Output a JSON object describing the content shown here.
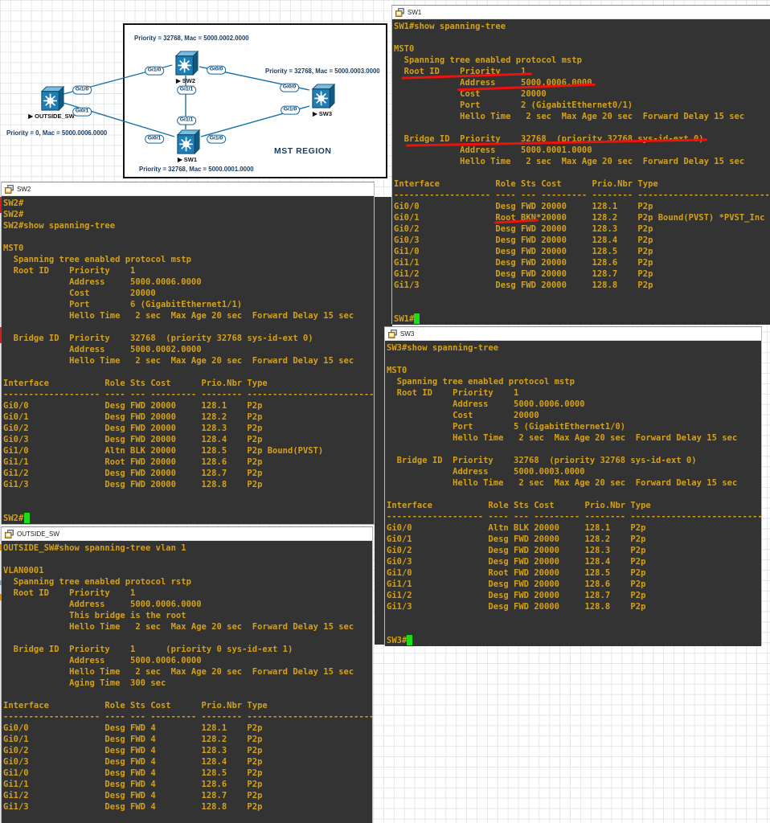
{
  "canvas": {
    "mst_region_label": "MST REGION",
    "nodes": {
      "outside": {
        "label": "▶ OUTSIDE_SW",
        "note": "Priority = 0, Mac = 5000.0006.0000"
      },
      "sw2": {
        "label": "▶ SW2",
        "note": "Priority = 32768, Mac = 5000.0002.0000"
      },
      "sw1": {
        "label": "▶ SW1",
        "note": "Priority = 32768, Mac = 5000.0001.0000"
      },
      "sw3": {
        "label": "▶ SW3",
        "note": "Priority = 32768, Mac = 5000.0003.0000"
      }
    },
    "ports": {
      "out_gi10": "Gi1/0",
      "out_gi01": "Gi0/1",
      "sw2_gi10": "Gi1/0",
      "sw2_gi00": "Gi0/0",
      "sw2_gi11": "Gi1/1",
      "sw1_gi11": "Gi1/1",
      "sw1_gi01": "Gi0/1",
      "sw1_gi10": "Gi1/0",
      "sw3_gi00": "Gi0/0",
      "sw3_gi10": "Gi1/0"
    }
  },
  "windows": {
    "sw1": {
      "title": "SW1",
      "lines": [
        "SW1#show spanning-tree",
        "",
        "MST0",
        "  Spanning tree enabled protocol mstp",
        "  Root ID    Priority    1",
        "             Address     5000.0006.0000",
        "             Cost        20000",
        "             Port        2 (GigabitEthernet0/1)",
        "             Hello Time   2 sec  Max Age 20 sec  Forward Delay 15 sec",
        "",
        "  Bridge ID  Priority    32768  (priority 32768 sys-id-ext 0)",
        "             Address     5000.0001.0000",
        "             Hello Time   2 sec  Max Age 20 sec  Forward Delay 15 sec",
        "",
        "Interface           Role Sts Cost      Prio.Nbr Type",
        "------------------- ---- --- --------- -------- --------------------------------",
        "Gi0/0               Desg FWD 20000     128.1    P2p",
        "Gi0/1               Root BKN*20000     128.2    P2p Bound(PVST) *PVST_Inc",
        "Gi0/2               Desg FWD 20000     128.3    P2p",
        "Gi0/3               Desg FWD 20000     128.4    P2p",
        "Gi1/0               Desg FWD 20000     128.5    P2p",
        "Gi1/1               Desg FWD 20000     128.6    P2p",
        "Gi1/2               Desg FWD 20000     128.7    P2p",
        "Gi1/3               Desg FWD 20000     128.8    P2p",
        "",
        "",
        "SW1#"
      ]
    },
    "sw2": {
      "title": "SW2",
      "lines": [
        "SW2#",
        "SW2#",
        "SW2#show spanning-tree",
        "",
        "MST0",
        "  Spanning tree enabled protocol mstp",
        "  Root ID    Priority    1",
        "             Address     5000.0006.0000",
        "             Cost        20000",
        "             Port        6 (GigabitEthernet1/1)",
        "             Hello Time   2 sec  Max Age 20 sec  Forward Delay 15 sec",
        "",
        "  Bridge ID  Priority    32768  (priority 32768 sys-id-ext 0)",
        "             Address     5000.0002.0000",
        "             Hello Time   2 sec  Max Age 20 sec  Forward Delay 15 sec",
        "",
        "Interface           Role Sts Cost      Prio.Nbr Type",
        "------------------- ---- --- --------- -------- --------------------------------",
        "Gi0/0               Desg FWD 20000     128.1    P2p",
        "Gi0/1               Desg FWD 20000     128.2    P2p",
        "Gi0/2               Desg FWD 20000     128.3    P2p",
        "Gi0/3               Desg FWD 20000     128.4    P2p",
        "Gi1/0               Altn BLK 20000     128.5    P2p Bound(PVST)",
        "Gi1/1               Root FWD 20000     128.6    P2p",
        "Gi1/2               Desg FWD 20000     128.7    P2p",
        "Gi1/3               Desg FWD 20000     128.8    P2p",
        "",
        "",
        "SW2#"
      ]
    },
    "sw3": {
      "title": "SW3",
      "lines": [
        "SW3#show spanning-tree",
        "",
        "MST0",
        "  Spanning tree enabled protocol mstp",
        "  Root ID    Priority    1",
        "             Address     5000.0006.0000",
        "             Cost        20000",
        "             Port        5 (GigabitEthernet1/0)",
        "             Hello Time   2 sec  Max Age 20 sec  Forward Delay 15 sec",
        "",
        "  Bridge ID  Priority    32768  (priority 32768 sys-id-ext 0)",
        "             Address     5000.0003.0000",
        "             Hello Time   2 sec  Max Age 20 sec  Forward Delay 15 sec",
        "",
        "Interface           Role Sts Cost      Prio.Nbr Type",
        "------------------- ---- --- --------- -------- --------------------------------",
        "Gi0/0               Altn BLK 20000     128.1    P2p",
        "Gi0/1               Desg FWD 20000     128.2    P2p",
        "Gi0/2               Desg FWD 20000     128.3    P2p",
        "Gi0/3               Desg FWD 20000     128.4    P2p",
        "Gi1/0               Root FWD 20000     128.5    P2p",
        "Gi1/1               Desg FWD 20000     128.6    P2p",
        "Gi1/2               Desg FWD 20000     128.7    P2p",
        "Gi1/3               Desg FWD 20000     128.8    P2p",
        "",
        "",
        "SW3#"
      ]
    },
    "outside": {
      "title": "OUTSIDE_SW",
      "lines": [
        "OUTSIDE_SW#show spanning-tree vlan 1",
        "",
        "VLAN0001",
        "  Spanning tree enabled protocol rstp",
        "  Root ID    Priority    1",
        "             Address     5000.0006.0000",
        "             This bridge is the root",
        "             Hello Time   2 sec  Max Age 20 sec  Forward Delay 15 sec",
        "",
        "  Bridge ID  Priority    1      (priority 0 sys-id-ext 1)",
        "             Address     5000.0006.0000",
        "             Hello Time   2 sec  Max Age 20 sec  Forward Delay 15 sec",
        "             Aging Time  300 sec",
        "",
        "Interface           Role Sts Cost      Prio.Nbr Type",
        "------------------- ---- --- --------- -------- --------------------------------",
        "Gi0/0               Desg FWD 4         128.1    P2p",
        "Gi0/1               Desg FWD 4         128.2    P2p",
        "Gi0/2               Desg FWD 4         128.3    P2p",
        "Gi0/3               Desg FWD 4         128.4    P2p",
        "Gi1/0               Desg FWD 4         128.5    P2p",
        "Gi1/1               Desg FWD 4         128.6    P2p",
        "Gi1/2               Desg FWD 4         128.7    P2p",
        "Gi1/3               Desg FWD 4         128.8    P2p"
      ]
    }
  }
}
